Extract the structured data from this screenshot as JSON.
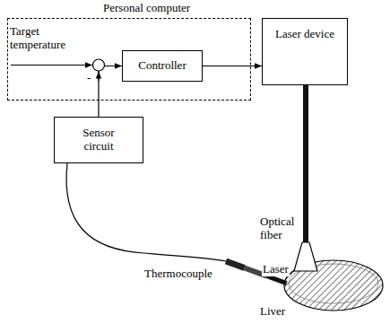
{
  "diagram": {
    "nodes": [
      {
        "text": [
          "Personal computer"
        ]
      },
      {
        "text": [
          "Controller"
        ],
        "in": 0
      },
      {
        "text": [
          "Laser device"
        ]
      },
      {
        "text": [
          "Sensor circuit"
        ]
      }
    ],
    "edges": [
      {
        "from": 1,
        "to": 2,
        "arrow": "to"
      },
      {
        "from": 3,
        "to": 1,
        "arrow": "to"
      }
    ],
    "labels": [
      "Target temperature",
      "-",
      "Optical fiber",
      "Laser",
      "Thermocouple",
      "Liver"
    ]
  }
}
